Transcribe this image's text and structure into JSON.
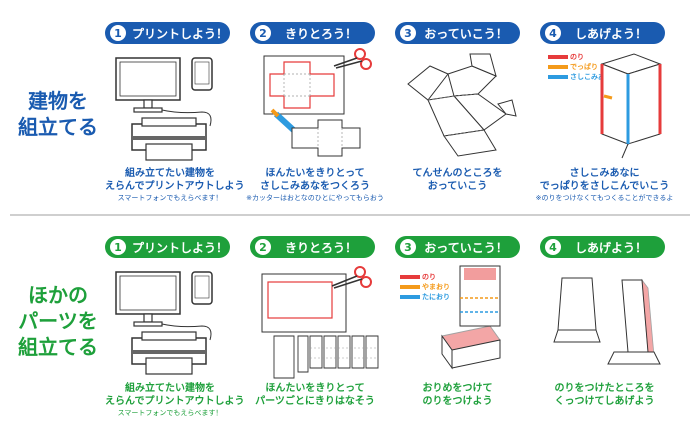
{
  "colors": {
    "blue": "#1a5bb0",
    "green": "#1ea03b",
    "red": "#e63b3b",
    "orange": "#f49a1a",
    "light_blue": "#2d9be0"
  },
  "sections": [
    {
      "title_lines": [
        "建物を",
        "組立てる"
      ],
      "steps": [
        {
          "num": "1",
          "label": "プリントしよう！",
          "caption": [
            "組み立てたい建物を",
            "えらんでプリントアウトしよう"
          ],
          "note": "スマートフォンでもえらべます！",
          "icon": "computer-printer-icon"
        },
        {
          "num": "2",
          "label": "きりとろう！",
          "caption": [
            "ほんたいをきりとって",
            "さしこみあなをつくろう"
          ],
          "note": "※カッターはおとなのひとにやってもらおう",
          "icon": "scissors-cutout-icon"
        },
        {
          "num": "3",
          "label": "おっていこう！",
          "caption": [
            "てんせんのところを",
            "おっていこう"
          ],
          "note": "",
          "icon": "folding-paper-icon"
        },
        {
          "num": "4",
          "label": "しあげよう！",
          "caption": [
            "さしこみあなに",
            "でっぱりをさしこんでいこう"
          ],
          "note": "※のりをつけなくてもつくることができるよ",
          "icon": "assembled-building-icon",
          "legend": [
            {
              "text": "のり",
              "color": "red"
            },
            {
              "text": "でっぱり",
              "color": "orange"
            },
            {
              "text": "さしこみあな",
              "color": "light_blue"
            }
          ]
        }
      ]
    },
    {
      "title_lines": [
        "ほかの",
        "パーツを",
        "組立てる"
      ],
      "steps": [
        {
          "num": "1",
          "label": "プリントしよう！",
          "caption": [
            "組み立てたい建物を",
            "えらんでプリントアウトしよう"
          ],
          "note": "スマートフォンでもえらべます！",
          "icon": "computer-printer-icon"
        },
        {
          "num": "2",
          "label": "きりとろう！",
          "caption": [
            "ほんたいをきりとって",
            "パーツごとにきりはなそう"
          ],
          "note": "",
          "icon": "scissors-parts-icon"
        },
        {
          "num": "3",
          "label": "おっていこう！",
          "caption": [
            "おりめをつけて",
            "のりをつけよう"
          ],
          "note": "",
          "icon": "folding-part-icon",
          "legend": [
            {
              "text": "のり",
              "color": "red"
            },
            {
              "text": "やまおり",
              "color": "orange"
            },
            {
              "text": "たにおり",
              "color": "light_blue"
            }
          ]
        },
        {
          "num": "4",
          "label": "しあげよう！",
          "caption": [
            "のりをつけたところを",
            "くっつけてしあげよう"
          ],
          "note": "",
          "icon": "finished-parts-icon"
        }
      ]
    }
  ]
}
